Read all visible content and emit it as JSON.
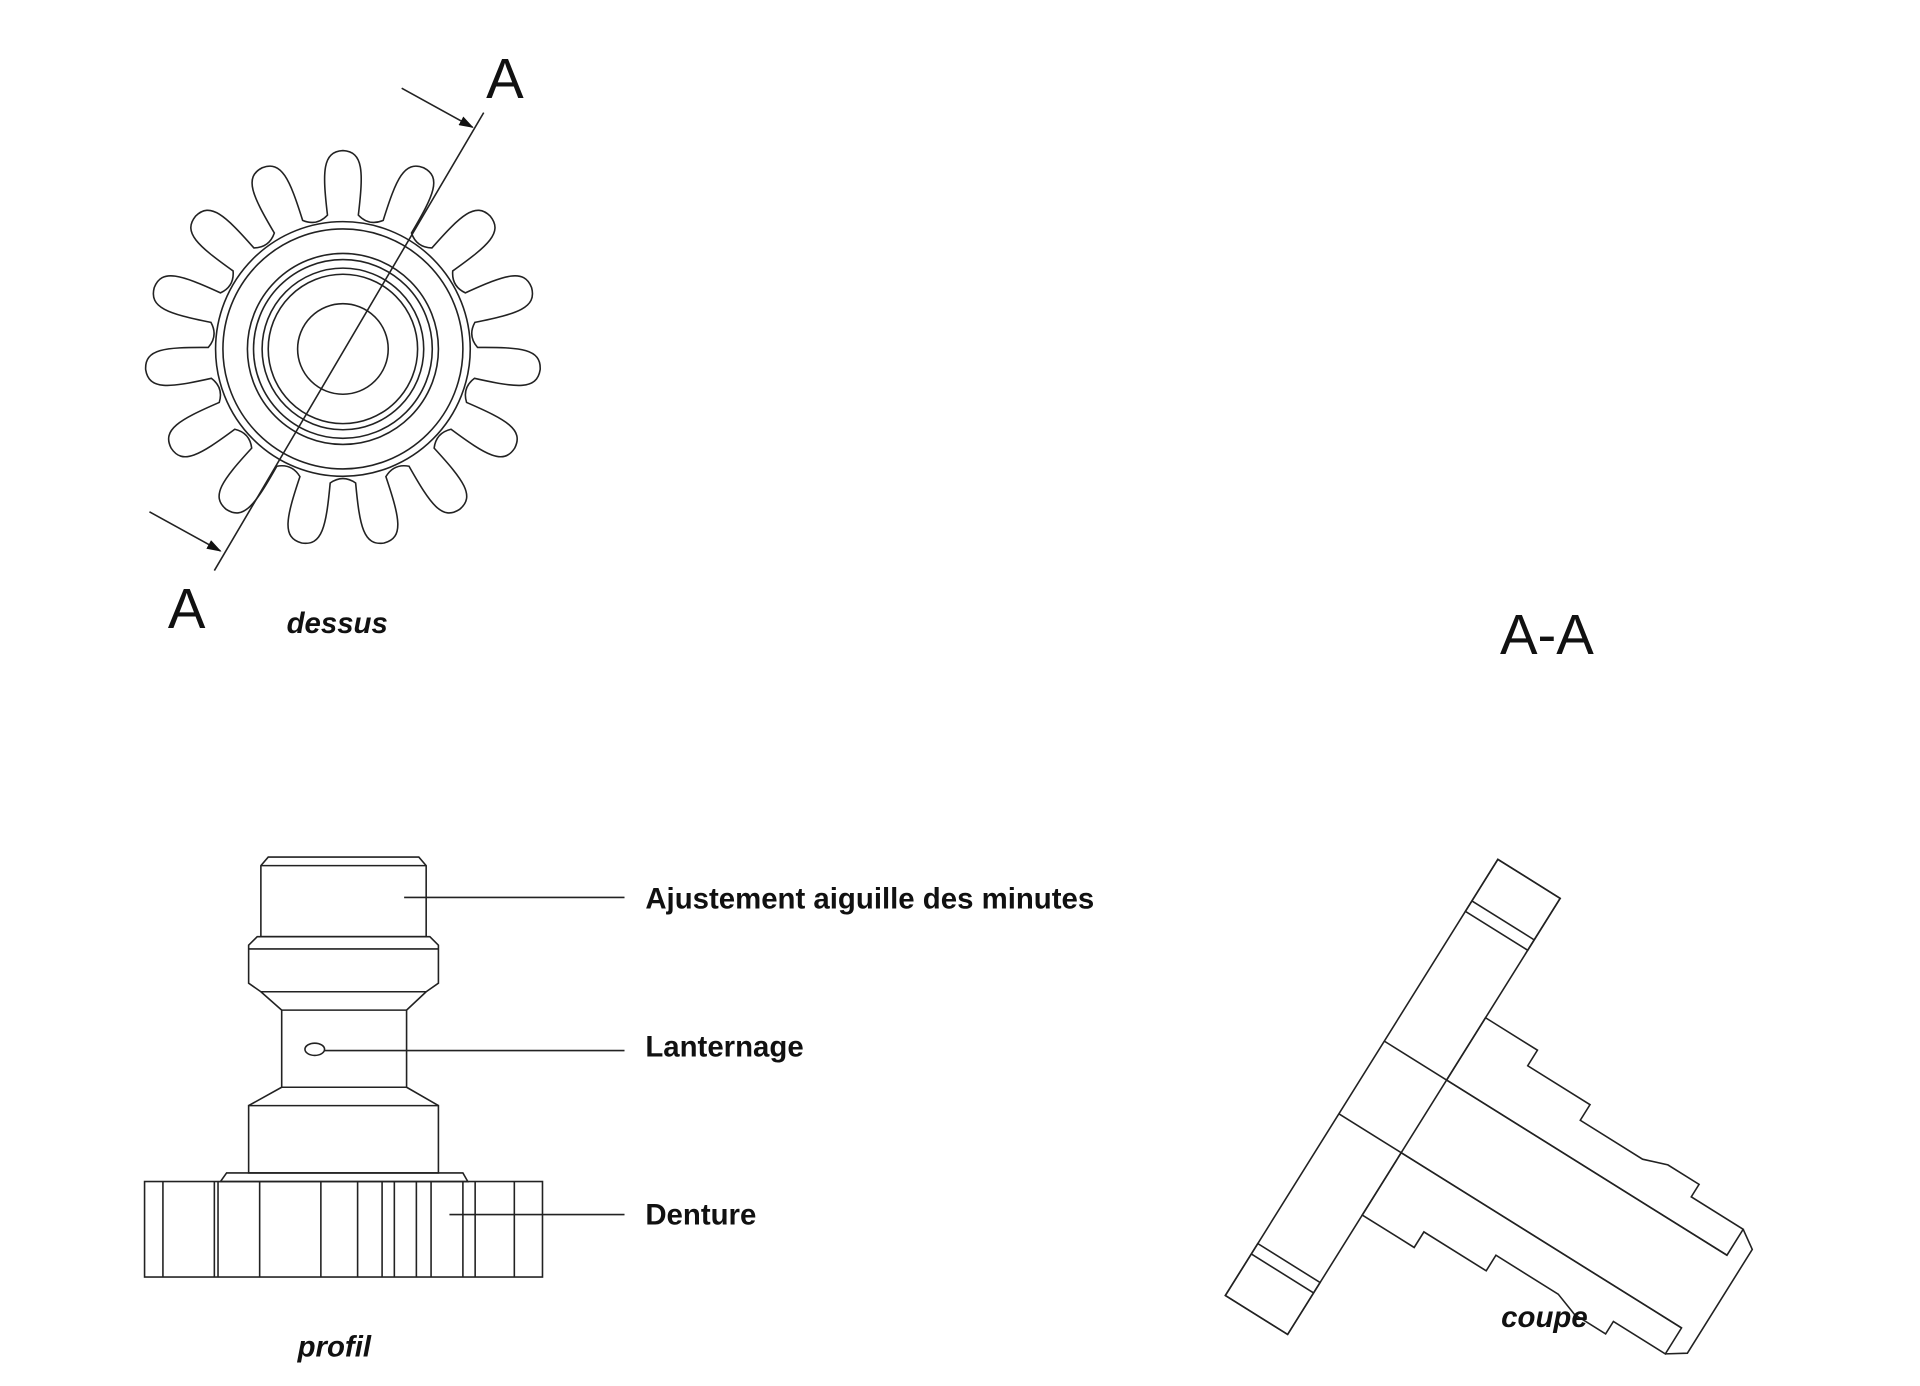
{
  "views": {
    "top": {
      "caption": "dessus",
      "section_mark_top": "A",
      "section_mark_bottom": "A",
      "teeth_count": 15
    },
    "profile": {
      "caption": "profil"
    },
    "section": {
      "title": "A-A",
      "caption": "coupe"
    }
  },
  "callouts": [
    {
      "label": "Ajustement aiguille des minutes"
    },
    {
      "label": "Lanternage"
    },
    {
      "label": "Denture"
    }
  ]
}
